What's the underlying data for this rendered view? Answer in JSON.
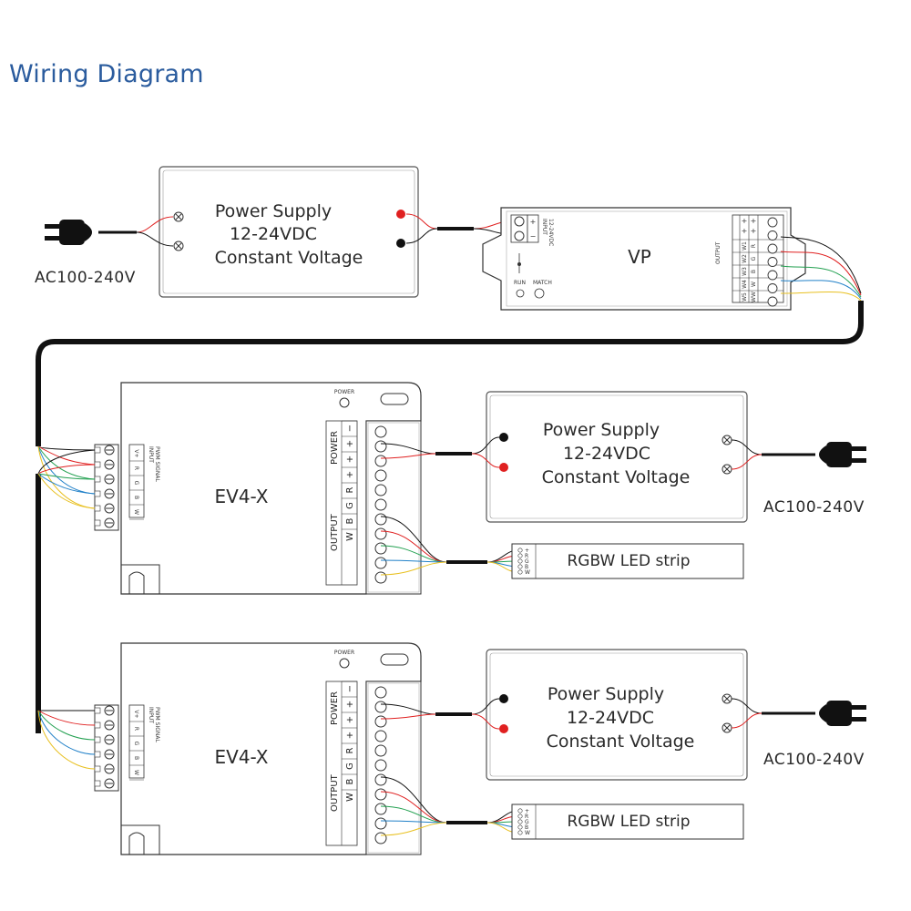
{
  "title": "Wiring Diagram",
  "colors": {
    "title": "#2b5c9e",
    "wire_red": "#e02020",
    "wire_green": "#22a050",
    "wire_blue": "#2080c8",
    "wire_yellow": "#e8c020",
    "wire_black": "#111111",
    "wire_gray": "#888888"
  },
  "power_supply": {
    "line1": "Power Supply",
    "line2": "12-24VDC",
    "line3": "Constant Voltage"
  },
  "ac_label": "AC100-240V",
  "vp": {
    "name": "VP",
    "input_label": "INPUT",
    "input_voltage": "12-24VDC",
    "plus": "+",
    "minus": "−",
    "output_label": "OUTPUT",
    "channels": [
      "W1",
      "W2",
      "W3",
      "W4",
      "W5"
    ],
    "channel_alt": [
      "R",
      "G",
      "B",
      "W",
      "WW"
    ],
    "run_label": "RUN",
    "match_label": "MATCH"
  },
  "ev4x": {
    "name": "EV4-X",
    "power_label": "POWER",
    "input_label": "INPUT",
    "input_sub": "PWM SIGNAL",
    "input_terms": [
      "V+",
      "R",
      "G",
      "B",
      "W"
    ],
    "power_group": "POWER",
    "output_group": "OUTPUT",
    "power_terms": [
      "−",
      "+"
    ],
    "output_terms": [
      "+",
      "+",
      "R",
      "G",
      "B",
      "W"
    ]
  },
  "strip": {
    "label": "RGBW LED strip",
    "pins": [
      "+",
      "R",
      "G",
      "B",
      "W"
    ]
  }
}
